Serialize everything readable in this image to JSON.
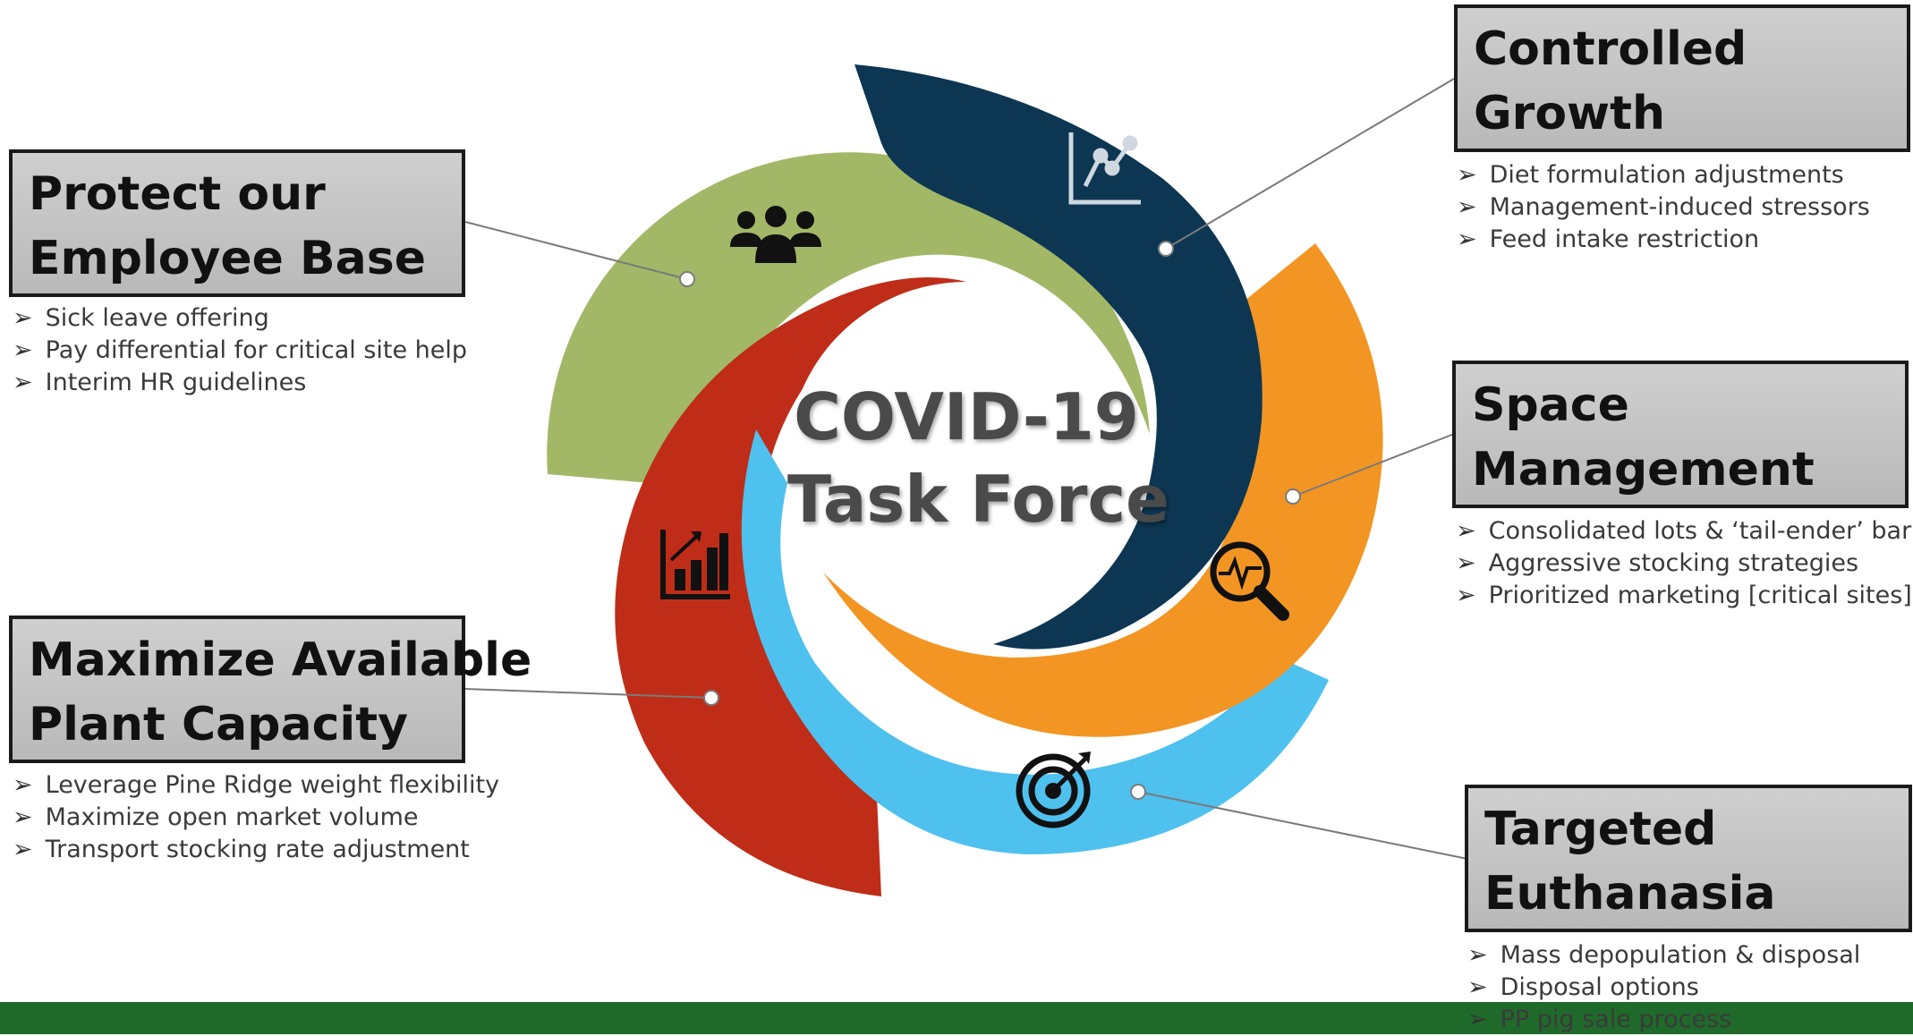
{
  "center": {
    "line1": "COVID-19",
    "line2": "Task Force"
  },
  "colors": {
    "green_arc": "#a2b867",
    "navy_arc": "#0d3653",
    "orange_arc": "#f39523",
    "blue_arc": "#4ec1ef",
    "red_arc": "#bf2d18",
    "title_box_bg": "#c2c2c2",
    "footer_band": "#1f6a2a"
  },
  "groups": {
    "employee": {
      "title_line1": "Protect our",
      "title_line2": "Employee Base",
      "icon": "people-group-icon",
      "bullets": [
        "Sick leave offering",
        "Pay differential for critical site help",
        "Interim HR guidelines"
      ]
    },
    "growth": {
      "title_line1": "Controlled",
      "title_line2": "Growth",
      "icon": "line-chart-icon",
      "bullets": [
        "Diet formulation adjustments",
        "Management-induced stressors",
        "Feed intake restriction"
      ]
    },
    "space": {
      "title_line1": "Space",
      "title_line2": "Management",
      "icon": "magnifier-pulse-icon",
      "bullets": [
        "Consolidated lots & ‘tail-ender’ barns",
        "Aggressive stocking strategies",
        "Prioritized marketing [critical sites]"
      ]
    },
    "plant": {
      "title_line1": "Maximize Available",
      "title_line2": "Plant Capacity",
      "icon": "bar-chart-up-icon",
      "bullets": [
        "Leverage Pine Ridge weight flexibility",
        "Maximize open market volume",
        "Transport stocking rate adjustment"
      ]
    },
    "euthanasia": {
      "title_line1": "Targeted",
      "title_line2": "Euthanasia",
      "icon": "target-arrow-icon",
      "bullets": [
        "Mass depopulation & disposal",
        "Disposal options",
        "PP pig sale process"
      ]
    }
  }
}
